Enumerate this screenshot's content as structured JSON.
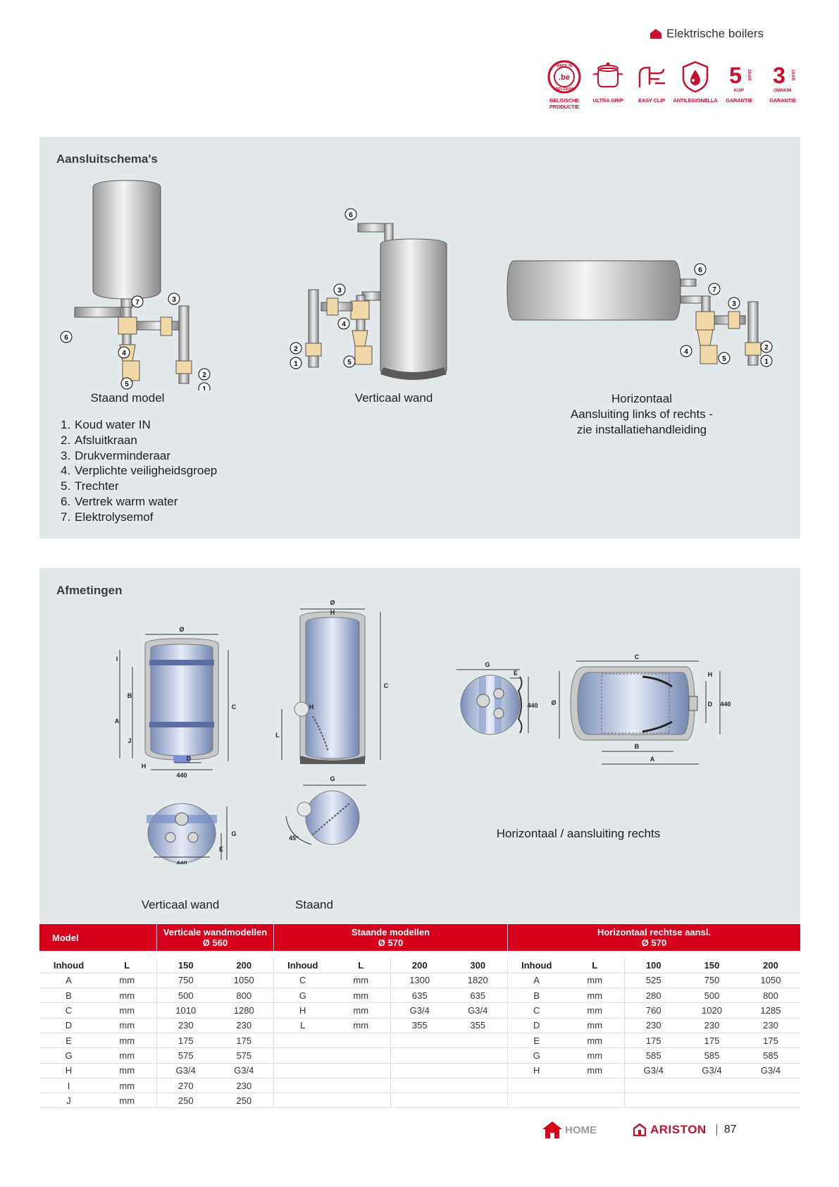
{
  "header": {
    "section": "Elektrische boilers"
  },
  "badges": [
    {
      "icon": "made-in-belgium-icon",
      "label": "BELGISCHE PRODUCTIE",
      "seal_top": "MADE IN",
      "seal_center": ".be",
      "seal_bottom": "BELGIUM"
    },
    {
      "icon": "ultra-grip-icon",
      "label": "ULTRA GRIP"
    },
    {
      "icon": "easy-clip-icon",
      "label": "EASY CLIP"
    },
    {
      "icon": "antilegionella-icon",
      "label": "ANTILEGIONELLA"
    },
    {
      "icon": "five-year-icon",
      "label": "GARANTIE",
      "big": "5",
      "side": "JAAR",
      "sub": "KUIP"
    },
    {
      "icon": "three-year-icon",
      "label": "GARANTIE",
      "big": "3",
      "side": "JAAR",
      "sub": "OMNIUM"
    }
  ],
  "connection": {
    "title": "Aansluitschema's",
    "captions": {
      "staand": "Staand model",
      "verticaal": "Verticaal wand",
      "horizontaal": [
        "Horizontaal",
        "Aansluiting links of rechts -",
        "zie installatiehandleiding"
      ]
    },
    "legend": [
      {
        "num": "1.",
        "text": "Koud water IN"
      },
      {
        "num": "2.",
        "text": "Afsluitkraan"
      },
      {
        "num": "3.",
        "text": "Drukverminderaar"
      },
      {
        "num": "4.",
        "text": "Verplichte veiligheidsgroep"
      },
      {
        "num": "5.",
        "text": "Trechter"
      },
      {
        "num": "6.",
        "text": "Vertrek warm water"
      },
      {
        "num": "7.",
        "text": "Elektrolysemof"
      }
    ],
    "markers": [
      "1",
      "2",
      "3",
      "4",
      "5",
      "6",
      "7"
    ]
  },
  "dimensions": {
    "title": "Afmetingen",
    "captions": {
      "verticaal": "Verticaal wand",
      "staand": "Staand",
      "horizontaal": "Horizontaal / aansluiting rechts"
    },
    "labels": {
      "d": "Ø",
      "a": "A",
      "b": "B",
      "c": "C",
      "dd": "D",
      "e": "E",
      "g": "G",
      "h": "H",
      "i": "I",
      "j": "J",
      "l": "L",
      "w440": "440",
      "angle": "45°"
    }
  },
  "table": {
    "group_headers": [
      {
        "line1": "Model",
        "line2": ""
      },
      {
        "line1": "Verticale wandmodellen",
        "line2": "Ø 560"
      },
      {
        "line1": "Staande modellen",
        "line2": "Ø 570"
      },
      {
        "line1": "Horizontaal rechtse aansl.",
        "line2": "Ø 570"
      }
    ],
    "col_headers": [
      "Inhoud",
      "L",
      "150",
      "200",
      "Inhoud",
      "L",
      "200",
      "300",
      "Inhoud",
      "L",
      "100",
      "150",
      "200"
    ],
    "rows": [
      [
        "A",
        "mm",
        "750",
        "1050",
        "C",
        "mm",
        "1300",
        "1820",
        "A",
        "mm",
        "525",
        "750",
        "1050"
      ],
      [
        "B",
        "mm",
        "500",
        "800",
        "G",
        "mm",
        "635",
        "635",
        "B",
        "mm",
        "280",
        "500",
        "800"
      ],
      [
        "C",
        "mm",
        "1010",
        "1280",
        "H",
        "mm",
        "G3/4",
        "G3/4",
        "C",
        "mm",
        "760",
        "1020",
        "1285"
      ],
      [
        "D",
        "mm",
        "230",
        "230",
        "L",
        "mm",
        "355",
        "355",
        "D",
        "mm",
        "230",
        "230",
        "230"
      ],
      [
        "E",
        "mm",
        "175",
        "175",
        "",
        "",
        "",
        "",
        "E",
        "mm",
        "175",
        "175",
        "175"
      ],
      [
        "G",
        "mm",
        "575",
        "575",
        "",
        "",
        "",
        "",
        "G",
        "mm",
        "585",
        "585",
        "585"
      ],
      [
        "H",
        "mm",
        "G3/4",
        "G3/4",
        "",
        "",
        "",
        "",
        "H",
        "mm",
        "G3/4",
        "G3/4",
        "G3/4"
      ],
      [
        "I",
        "mm",
        "270",
        "230",
        "",
        "",
        "",
        "",
        "",
        "",
        "",
        "",
        ""
      ],
      [
        "J",
        "mm",
        "250",
        "250",
        "",
        "",
        "",
        "",
        "",
        "",
        "",
        "",
        ""
      ]
    ]
  },
  "footer": {
    "home": "HOME",
    "brand": "ARISTON",
    "page": "87"
  },
  "colors": {
    "brand_red": "#d6001c",
    "panel_bg": "#e3e9ea"
  }
}
